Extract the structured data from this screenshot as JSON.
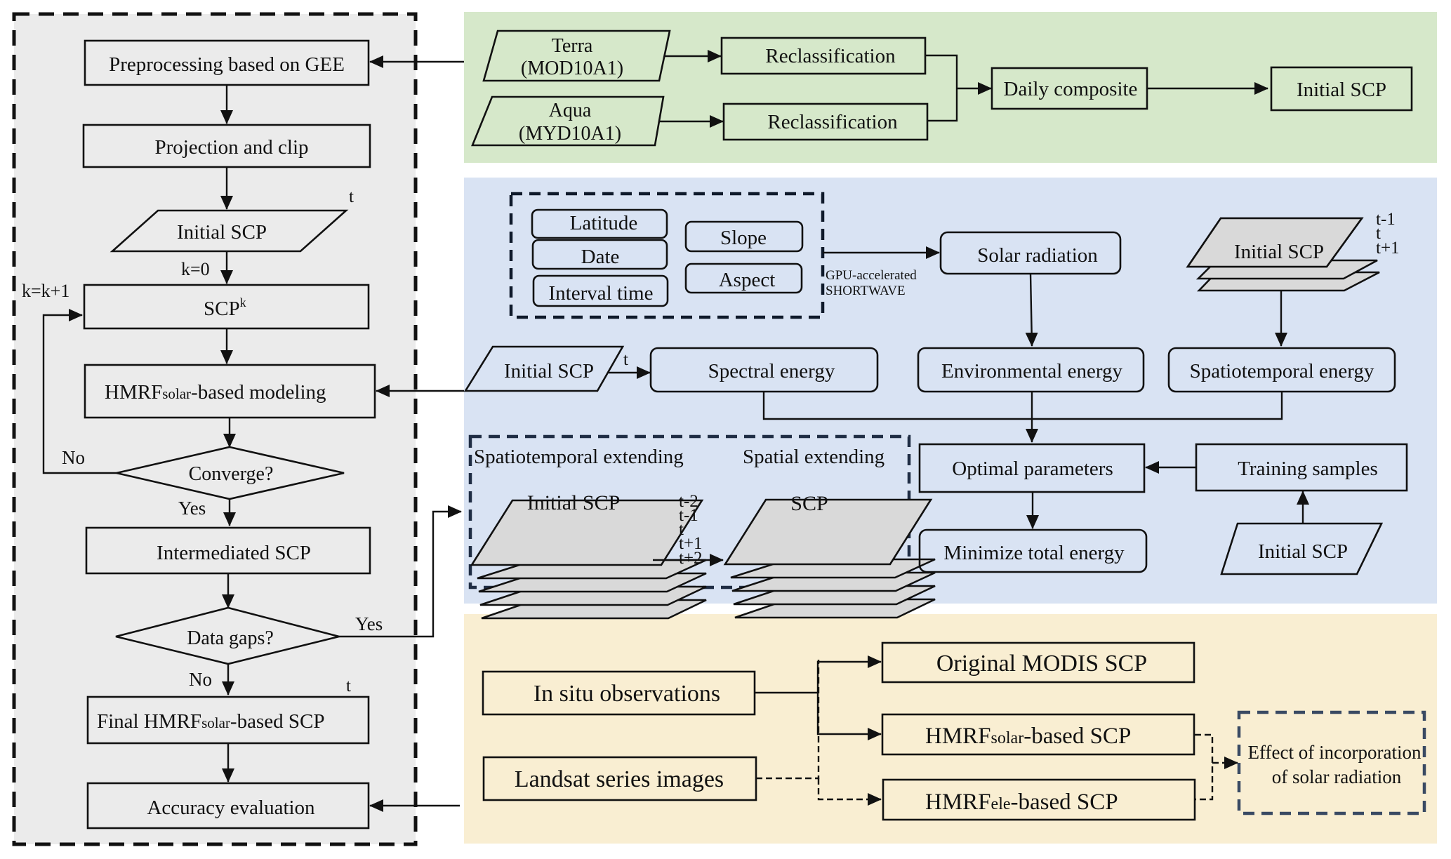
{
  "colors": {
    "left_panel_bg": "#ebebeb",
    "top_panel_bg": "#d6e8ca",
    "middle_panel_bg": "#d9e3f3",
    "bottom_panel_bg": "#f9eed2",
    "dashed_group_border": "#1f2d44",
    "layer_fill": "#d9d9d9",
    "stroke": "#111111"
  },
  "left_flow": {
    "preprocessing": "Preprocessing based on GEE",
    "projection": "Projection and clip",
    "initial_scp": "Initial SCP",
    "initial_scp_time": "t",
    "k_init": "k=0",
    "k_increment": "k=k+1",
    "scp_k_base": "SCP",
    "scp_k_sup": "k",
    "hmrf_modeling": {
      "prefix": "HMRF",
      "sub": "solar",
      "suffix": "-based modeling"
    },
    "converge": "Converge?",
    "converge_no": "No",
    "converge_yes": "Yes",
    "intermediated": "Intermediated SCP",
    "data_gaps": "Data gaps?",
    "data_gaps_yes": "Yes",
    "data_gaps_no": "No",
    "final": {
      "prefix": "Final HMRF",
      "sub": "solar",
      "suffix": "-based SCP"
    },
    "final_time": "t",
    "accuracy": "Accuracy evaluation"
  },
  "top_panel": {
    "terra_line1": "Terra",
    "terra_line2": "(MOD10A1)",
    "aqua_line1": "Aqua",
    "aqua_line2": "(MYD10A1)",
    "reclass_1": "Reclassification",
    "reclass_2": "Reclassification",
    "daily_composite": "Daily composite",
    "initial_scp": "Initial SCP"
  },
  "middle_panel": {
    "inputs": {
      "latitude": "Latitude",
      "date": "Date",
      "interval_time": "Interval time",
      "slope": "Slope",
      "aspect": "Aspect"
    },
    "gpu_line1": "GPU-accelerated",
    "gpu_line2": "SHORTWAVE",
    "solar_radiation": "Solar radiation",
    "stack_initial_scp": "Initial SCP",
    "stack_times": [
      "t-1",
      "t",
      "t+1"
    ],
    "initial_scp_param": "Initial SCP",
    "initial_scp_param_time": "t",
    "spectral_energy": "Spectral energy",
    "environmental_energy": "Environmental energy",
    "spatiotemporal_energy": "Spatiotemporal energy",
    "extend_group": {
      "spatiotemporal_title": "Spatiotemporal extending",
      "spatial_title": "Spatial extending",
      "initial_scp": "Initial SCP",
      "scp": "SCP",
      "times": [
        "t-2",
        "t-1",
        "t",
        "t+1",
        "t+2"
      ]
    },
    "optimal_parameters": "Optimal parameters",
    "training_samples": "Training samples",
    "minimize_total_energy": "Minimize total energy",
    "training_initial_scp": "Initial SCP"
  },
  "bottom_panel": {
    "in_situ": "In situ observations",
    "landsat": "Landsat series images",
    "original_modis": "Original MODIS SCP",
    "hmrf_solar": {
      "prefix": "HMRF",
      "sub": "solar",
      "suffix": "-based SCP"
    },
    "hmrf_ele": {
      "prefix": "HMRF",
      "sub": "ele",
      "suffix": "-based SCP"
    },
    "effect_line1": "Effect of incorporation",
    "effect_line2": "of solar radiation"
  }
}
